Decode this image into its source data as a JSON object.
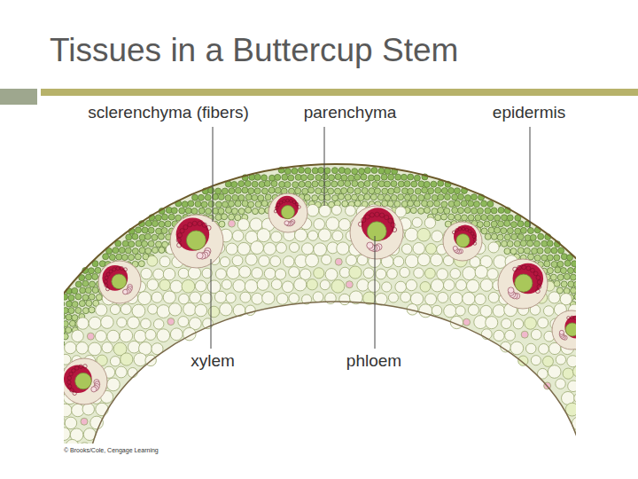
{
  "diagram": {
    "title": "Tissues in a Buttercup Stem",
    "labels": [
      "sclerenchyma (fibers)",
      "parenchyma",
      "epidermis",
      "xylem",
      "phloem",
      "© Brooks/Cole, Cengage Learning"
    ]
  }
}
